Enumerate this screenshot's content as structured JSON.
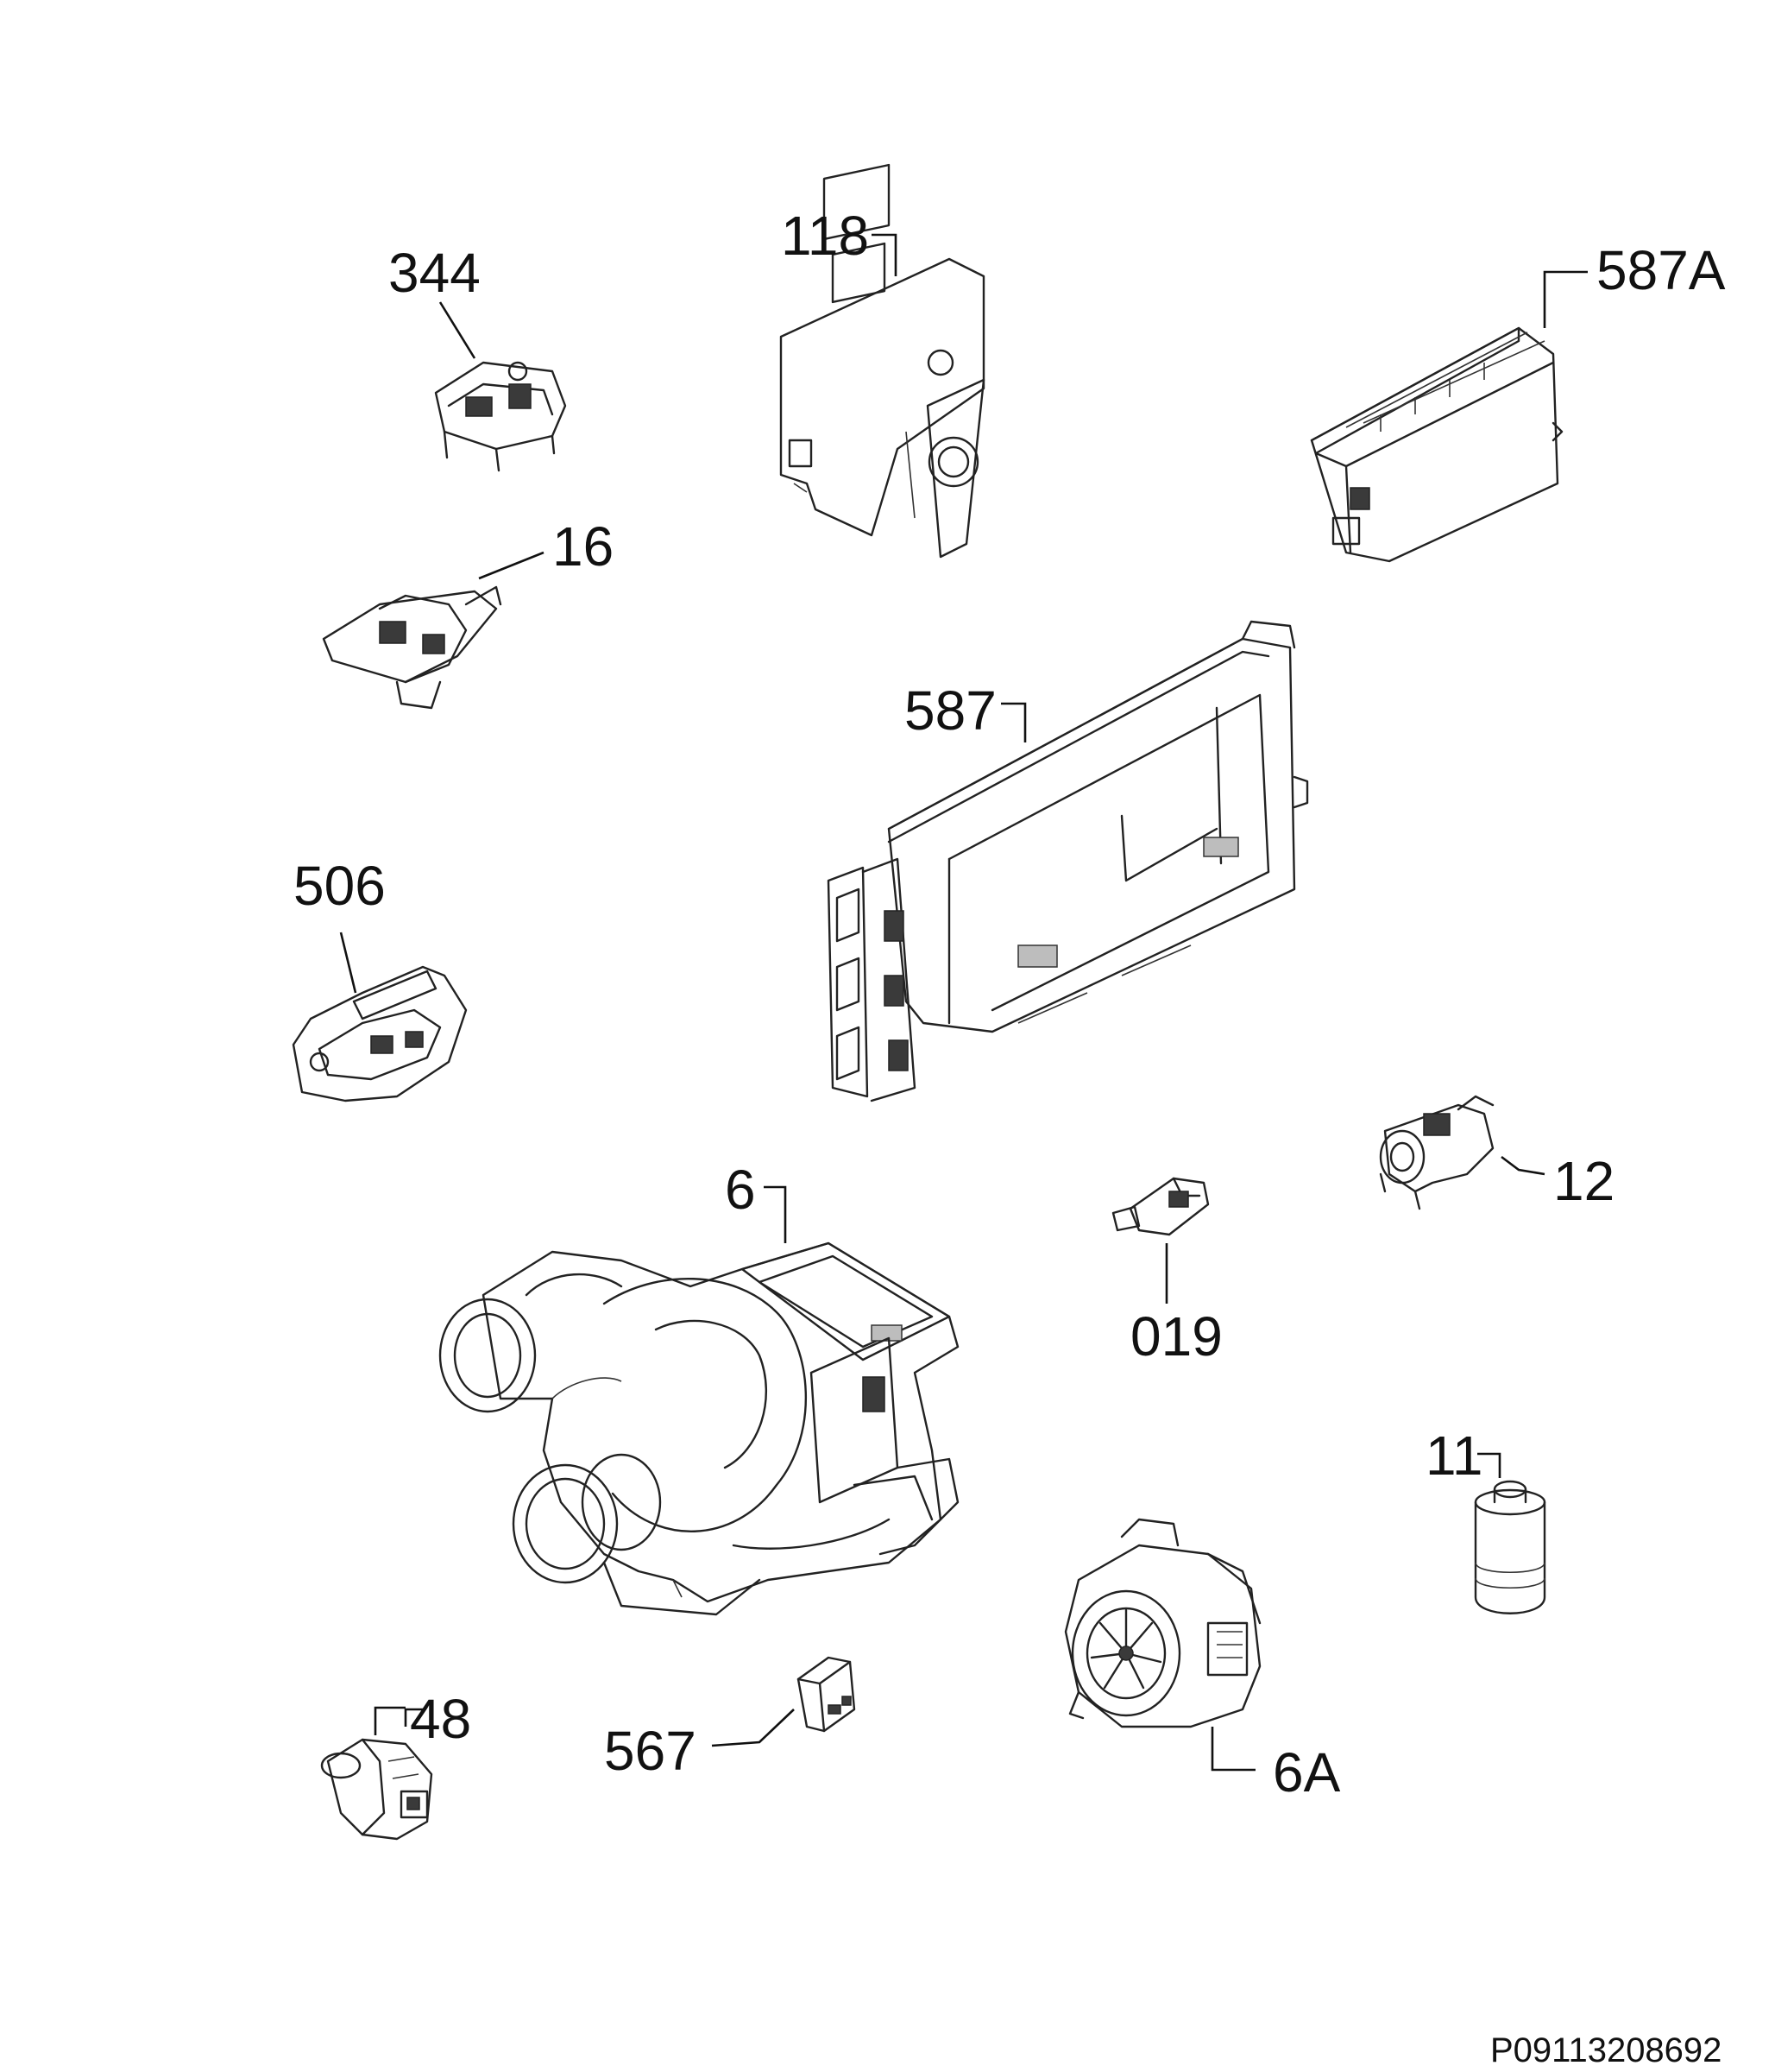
{
  "labels": {
    "p344": "344",
    "p118": "118",
    "p587a": "587A",
    "p16": "16",
    "p587": "587",
    "p506": "506",
    "p12": "12",
    "p6": "6",
    "p019": "019",
    "p11": "11",
    "p48": "48",
    "p567": "567",
    "p6a": "6A"
  },
  "diagram_code": "P09113208692"
}
